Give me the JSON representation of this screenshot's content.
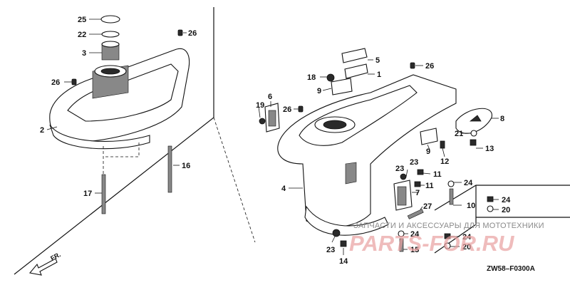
{
  "diagram": {
    "left_assembly_labels": [
      "25",
      "22",
      "3",
      "26",
      "2",
      "26",
      "16",
      "17"
    ],
    "right_assembly_labels": [
      "5",
      "1",
      "26",
      "18",
      "9",
      "6",
      "19",
      "26",
      "8",
      "21",
      "13",
      "9",
      "12",
      "23",
      "11",
      "11",
      "4",
      "23",
      "24",
      "7",
      "10",
      "27",
      "24",
      "20",
      "24",
      "20",
      "24",
      "23",
      "15",
      "14"
    ],
    "direction_marker": "FR.",
    "drawing_code": "ZW58–F0300A"
  },
  "watermark": {
    "caption": "ЗАПЧАСТИ И АКСЕССУАРЫ ДЛЯ МОТОТЕХНИКИ",
    "brand": "PARTS-FOR.RU",
    "color": "#e8a0a0"
  }
}
